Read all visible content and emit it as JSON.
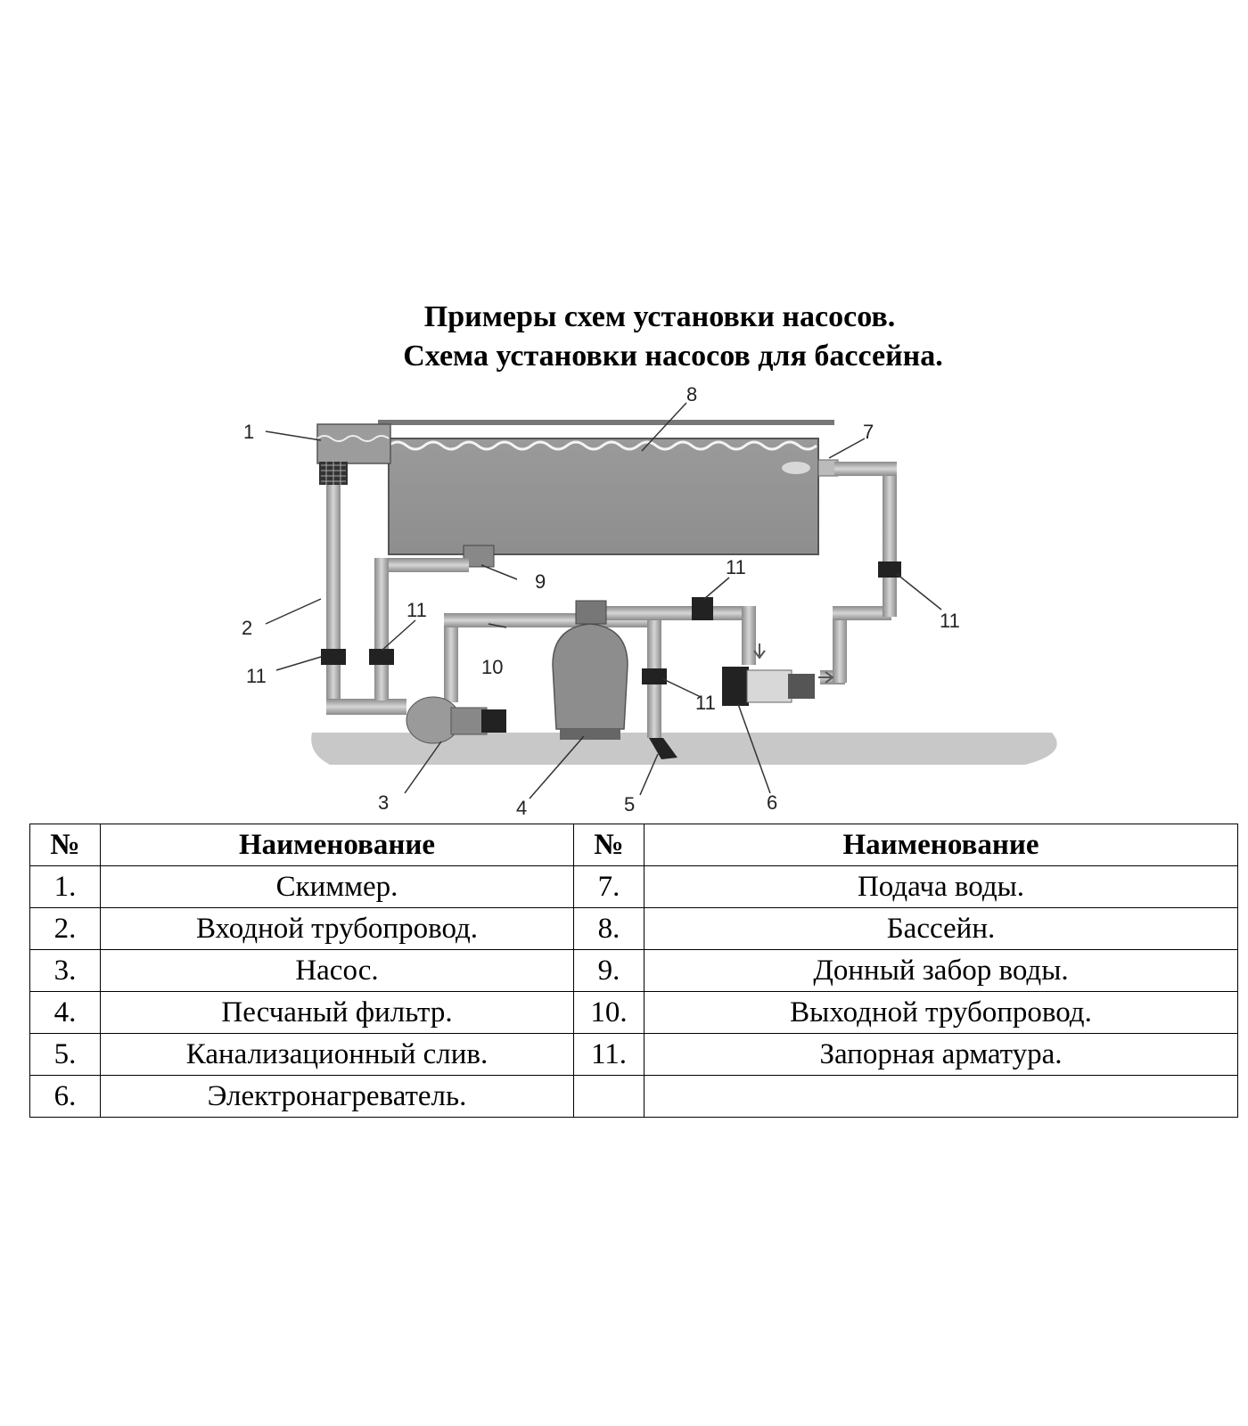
{
  "title": {
    "line1": "Примеры схем установки насосов.",
    "line2": "Схема установки насосов для бассейна."
  },
  "callouts": [
    "1",
    "2",
    "3",
    "4",
    "5",
    "6",
    "7",
    "8",
    "9",
    "10",
    "11",
    "11",
    "11",
    "11",
    "11"
  ],
  "table": {
    "headers": [
      "№",
      "Наименование",
      "№",
      "Наименование"
    ],
    "rows": [
      [
        "1.",
        "Скиммер.",
        "7.",
        "Подача воды."
      ],
      [
        "2.",
        "Входной трубопровод.",
        "8.",
        "Бассейн."
      ],
      [
        "3.",
        "Насос.",
        "9.",
        "Донный забор воды."
      ],
      [
        "4.",
        "Песчаный фильтр.",
        "10.",
        "Выходной трубопровод."
      ],
      [
        "5.",
        "Канализационный слив.",
        "11.",
        "Запорная арматура."
      ],
      [
        "6.",
        "Электронагреватель.",
        "",
        ""
      ]
    ]
  }
}
